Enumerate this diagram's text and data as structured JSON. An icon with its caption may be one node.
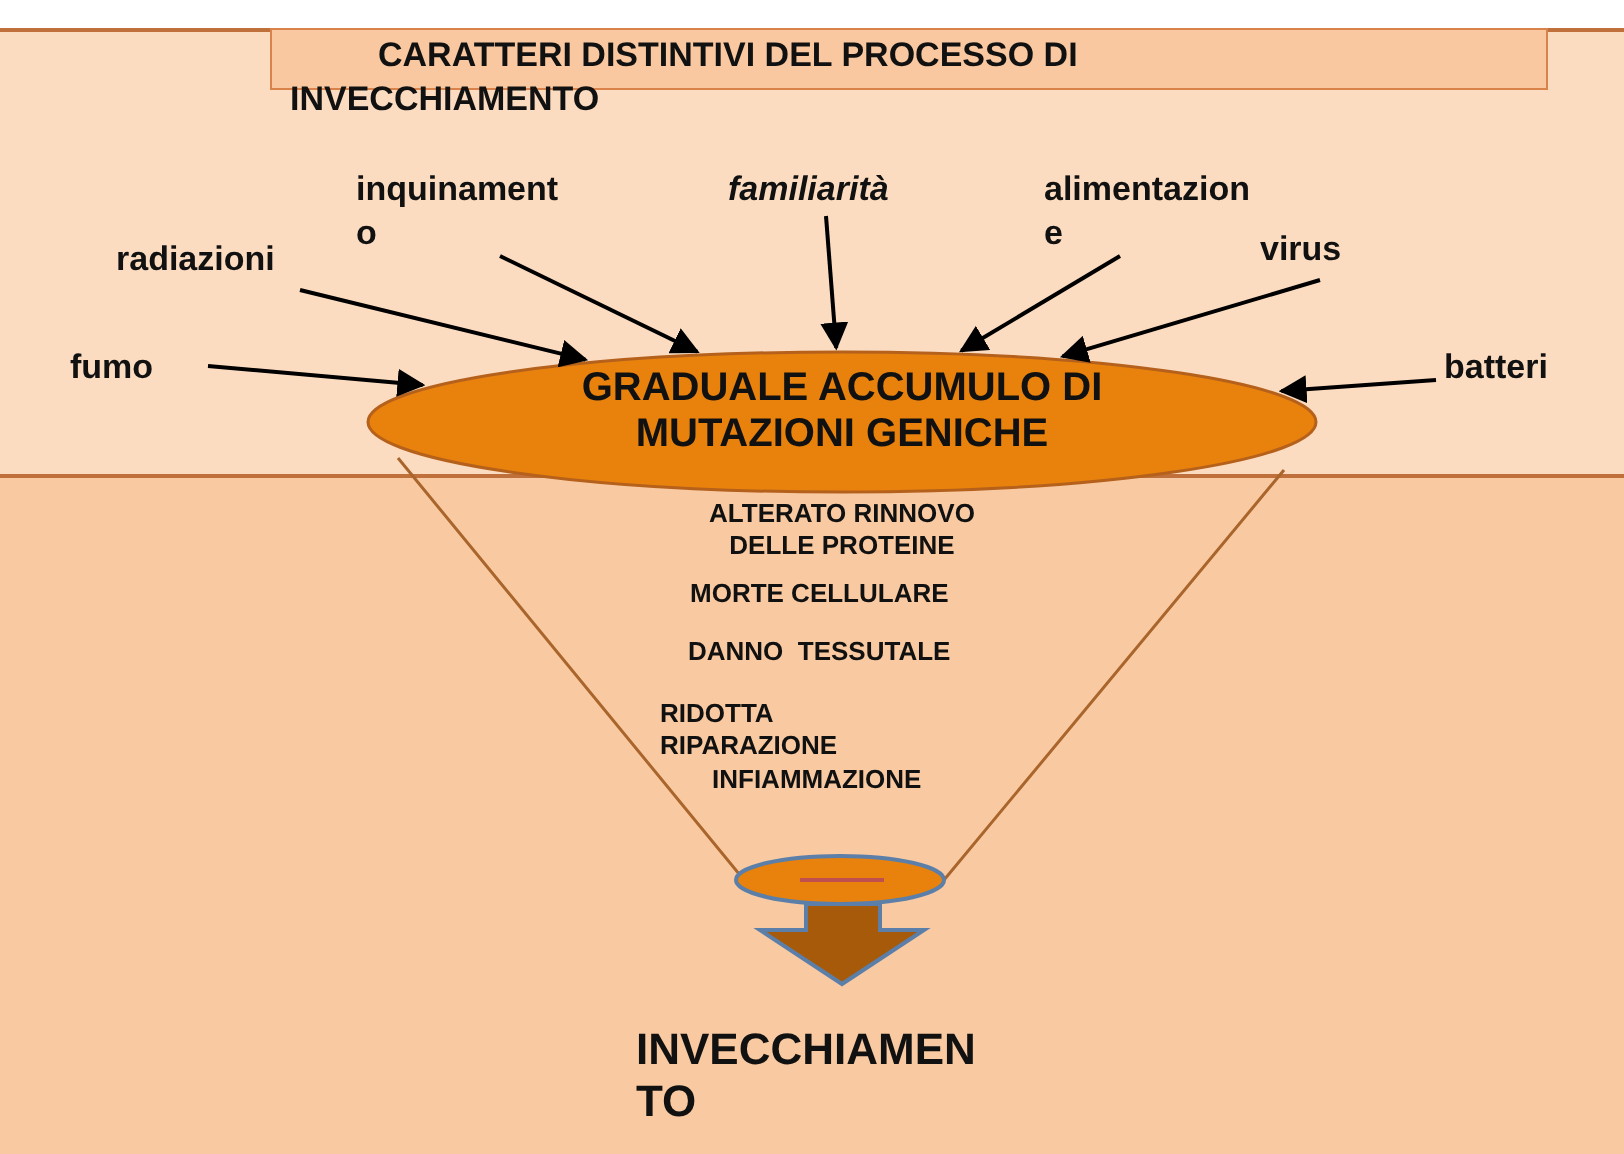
{
  "diagram": {
    "title": "CARATTERI DISTINTIVI DEL PROCESSO DI INVECCHIAMENTO",
    "nodes": [
      {
        "text": [],
        "shape": "box"
      },
      {
        "text": [
          "fumo"
        ]
      },
      {
        "text": [
          "radiazioni"
        ]
      },
      {
        "text": [
          "inquinamento"
        ]
      },
      {
        "text": [
          "familiarità"
        ]
      },
      {
        "text": [
          "alimentazione"
        ]
      },
      {
        "text": [
          "virus"
        ]
      },
      {
        "text": [
          "batteri"
        ]
      },
      {
        "text": [
          "GRADUALE ACCUMULO DI MUTAZIONI GENICHE"
        ]
      },
      {
        "text": [
          "ALTERATO RINNOVO DELLE PROTEINE",
          "MORTE CELLULARE",
          "DANNO  TESSUTALE",
          "RIDOTTA RIPARAZIONE",
          "INFIAMMAZIONE"
        ]
      },
      {
        "text": [],
        "shape": "circle"
      },
      {
        "text": [
          "INVECCHIAMENTO"
        ]
      }
    ],
    "edges": [
      {
        "from": 1,
        "to": 8,
        "arrow": "to"
      },
      {
        "from": 2,
        "to": 8,
        "arrow": "to"
      },
      {
        "from": 3,
        "to": 8,
        "arrow": "to"
      },
      {
        "from": 4,
        "to": 8,
        "arrow": "to"
      },
      {
        "from": 5,
        "to": 8,
        "arrow": "to"
      },
      {
        "from": 6,
        "to": 8,
        "arrow": "to"
      },
      {
        "from": 7,
        "to": 8,
        "arrow": "to"
      },
      {
        "from": 10,
        "to": 11,
        "arrow": "to",
        "style": "thick"
      }
    ]
  }
}
